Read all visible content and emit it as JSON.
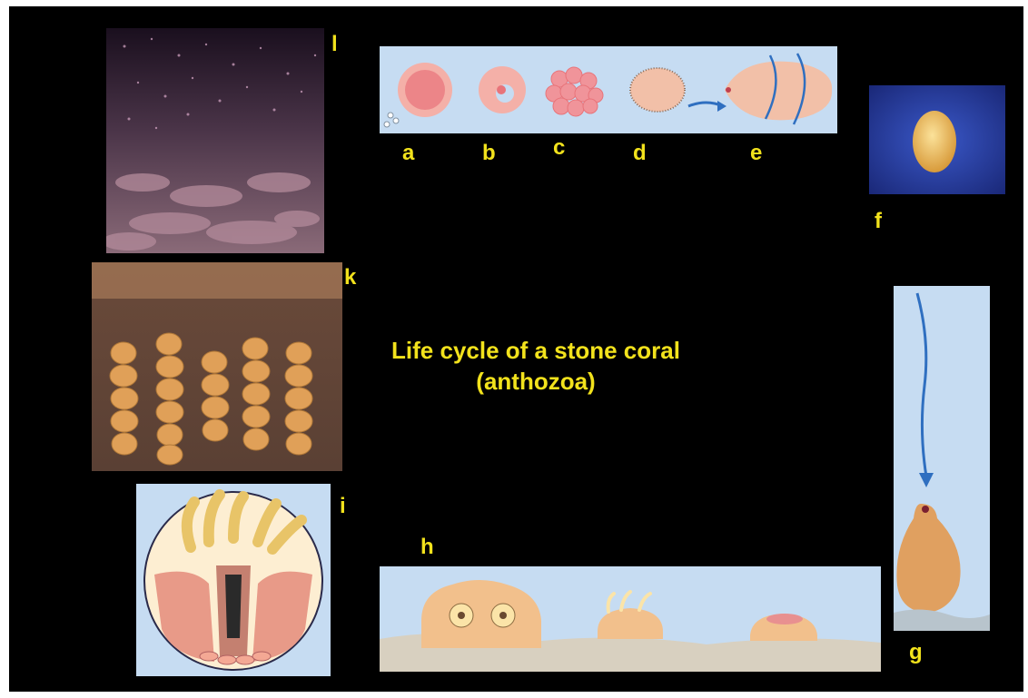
{
  "title": {
    "line1": "Life cycle of a stone coral",
    "line2": "(anthozoa)"
  },
  "labels": {
    "a": "a",
    "b": "b",
    "c": "c",
    "d": "d",
    "e": "e",
    "f": "f",
    "g": "g",
    "h": "h",
    "i": "i",
    "k": "k",
    "l": "l"
  },
  "colors": {
    "background": "#000000",
    "label": "#f2e21c",
    "panel_sky": "#c6dcf2",
    "arrow": "#2f6fc0",
    "cell": "#e8747a",
    "flesh": "#e8b27a"
  }
}
